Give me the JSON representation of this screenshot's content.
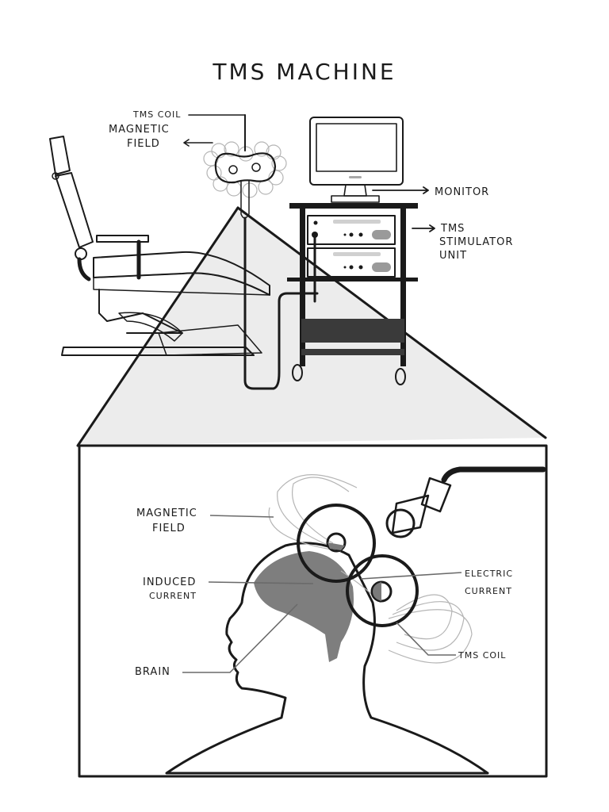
{
  "title": "TMS MACHINE",
  "top_scene": {
    "labels": {
      "tms_coil": "TMS COIL",
      "magnetic_field_1": "MAGNETIC",
      "magnetic_field_2": "FIELD",
      "monitor": "MONITOR",
      "stimulator_1": "TMS",
      "stimulator_2": "STIMULATOR",
      "stimulator_3": "UNIT"
    }
  },
  "detail_panel": {
    "labels": {
      "magnetic_field_1": "MAGNETIC",
      "magnetic_field_2": "FIELD",
      "induced_current_1": "INDUCED",
      "induced_current_2": "CURRENT",
      "brain": "BRAIN",
      "electric_current_1": "ELECTRIC",
      "electric_current_2": "CURRENT",
      "tms_coil": "TMS COIL"
    }
  },
  "colors": {
    "ink": "#1a1a1a",
    "panel_bg": "#f4f4f4",
    "beam": "#e9e9e9",
    "head": "#9a9a9a",
    "brain": "#808080",
    "light_gray": "#d6d6d6"
  }
}
